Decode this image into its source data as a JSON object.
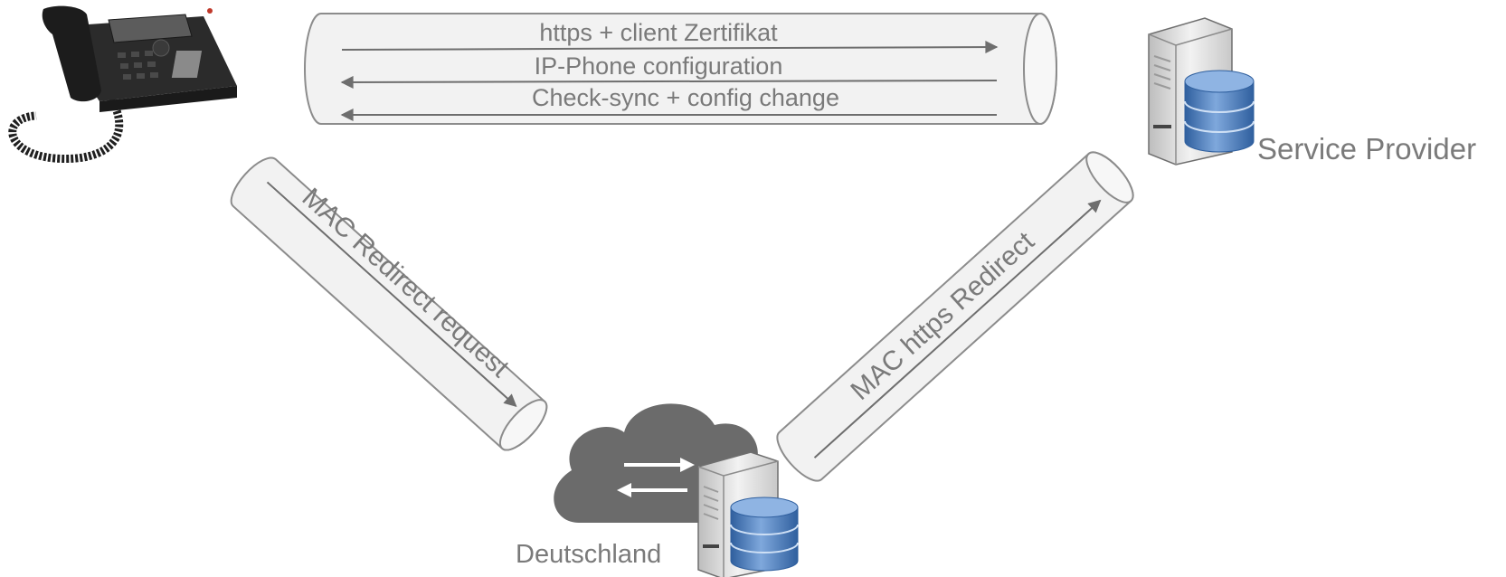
{
  "top_tube": {
    "lines": [
      "https + client Zertifikat",
      "IP-Phone configuration",
      "Check-sync + config change"
    ]
  },
  "left_tube": {
    "label": "MAC Redirect request"
  },
  "right_tube": {
    "label": "MAC https Redirect"
  },
  "nodes": {
    "service_provider": "Service Provider",
    "redirect_server": "Deutschland"
  },
  "icons": {
    "phone": "ip-phone-icon",
    "provider_server": "server-database-icon",
    "cloud": "cloud-icon",
    "cloud_server": "server-database-icon"
  },
  "colors": {
    "tube_fill": "#f2f2f2",
    "tube_stroke": "#8c8c8c",
    "arrow": "#6e6e6e",
    "text": "#7a7a7a",
    "cloud": "#6b6b6b",
    "database": "#4f7fbf"
  }
}
